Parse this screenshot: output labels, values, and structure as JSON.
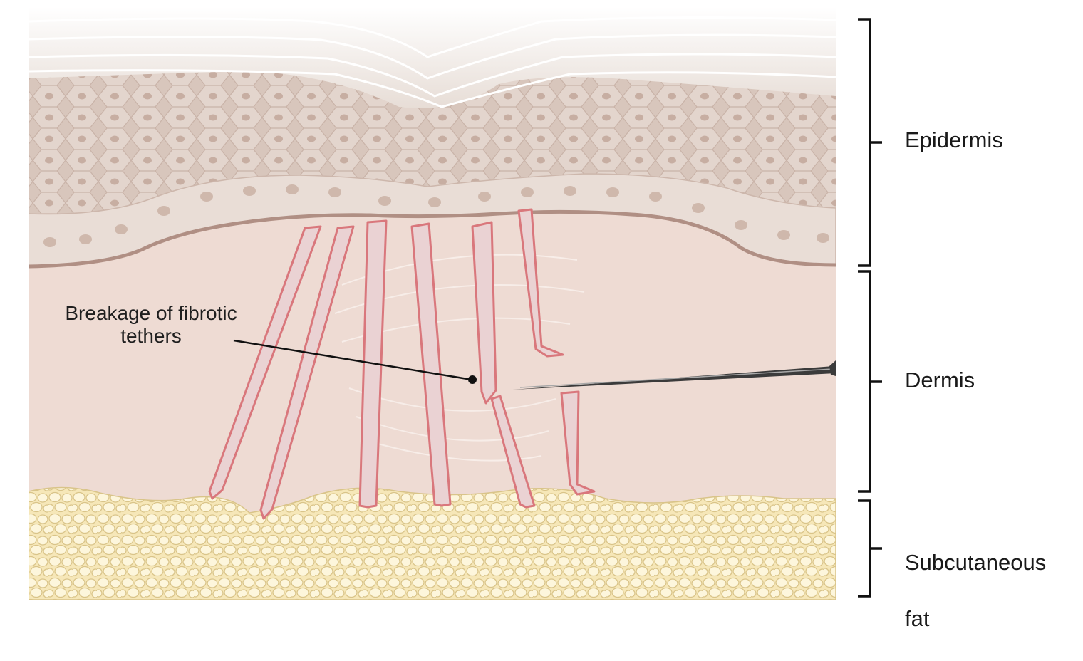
{
  "layers": {
    "epidermis": "Epidermis",
    "dermis": "Dermis",
    "subcutaneous_fat_line1": "Subcutaneous",
    "subcutaneous_fat_line2": "fat"
  },
  "callout": {
    "line1": "Breakage of fibrotic",
    "line2": "tethers"
  },
  "colors": {
    "stratum_corneum": "#f1ebe6",
    "epidermis": "#d9c7bd",
    "basal_cells": "#ece1da",
    "basement_line": "#b08f84",
    "dermis": "#eedbd3",
    "fat_fill": "#fbf2d2",
    "fat_outline": "#d9c489",
    "tether_fill": "#ead2d3",
    "tether_stroke": "#d9777c",
    "needle": "#3b3b3b",
    "bracket": "#111111"
  }
}
